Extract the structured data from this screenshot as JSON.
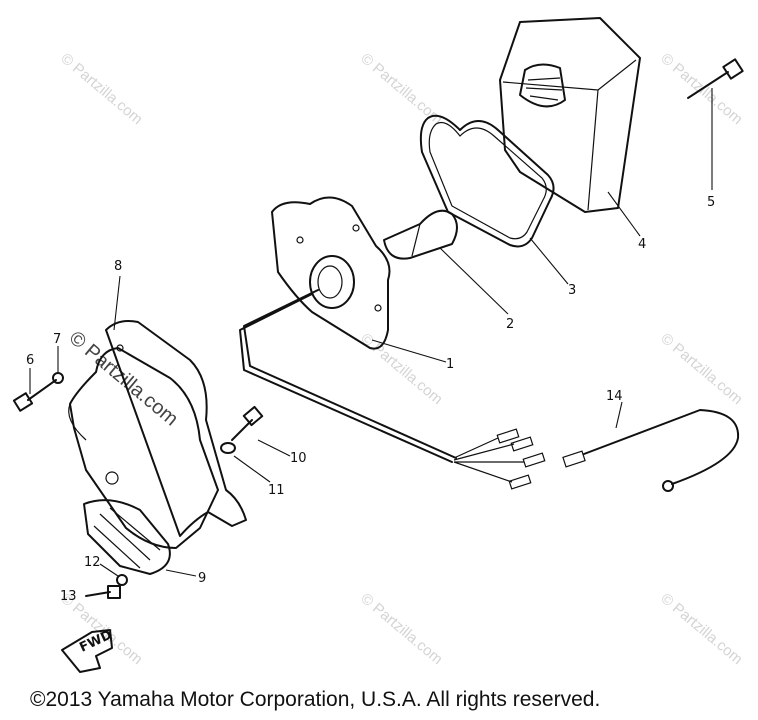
{
  "callouts": [
    "1",
    "2",
    "3",
    "4",
    "5",
    "6",
    "7",
    "8",
    "9",
    "10",
    "11",
    "12",
    "13",
    "14"
  ],
  "watermark": "© Partzilla.com",
  "fwd_label": "FWD",
  "copyright": "©2013  Yamaha Motor Corporation, U.S.A. All rights reserved."
}
